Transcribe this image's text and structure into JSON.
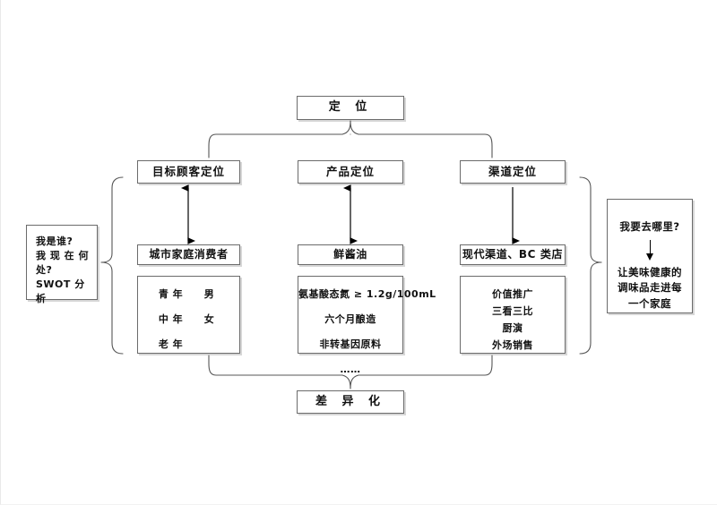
{
  "diagram": {
    "title_top": "定  位",
    "title_bottom": "差  异  化",
    "left_panel": {
      "q1": "我是谁?",
      "q2": "我 现 在 何",
      "q3": "处?",
      "method": "SWOT 分析"
    },
    "right_panel": {
      "question": "我要去哪里?",
      "arrow_icon": "down-arrow",
      "vision_line1": "让美味健康的",
      "vision_line2": "调味品走进每",
      "vision_line3": "一个家庭"
    },
    "columns": [
      {
        "id": "customer",
        "category": "目标顾客定位",
        "value": "城市家庭消费者",
        "connector": "double-arrow",
        "detail_pairs": [
          {
            "a": "青 年",
            "b": "男"
          },
          {
            "a": "中 年",
            "b": "女"
          },
          {
            "a": "老 年",
            "b": ""
          }
        ]
      },
      {
        "id": "product",
        "category": "产品定位",
        "value": "鲜酱油",
        "connector": "double-arrow",
        "details": [
          "氨基酸态氮 ≥ 1.2g/100mL",
          "六个月酿造",
          "非转基因原料",
          "……"
        ]
      },
      {
        "id": "channel",
        "category": "渠道定位",
        "value": "现代渠道、BC 类店",
        "connector": "down-arrow",
        "details": [
          "价值推广",
          "三看三比",
          "厨演",
          "外场销售"
        ]
      }
    ],
    "colors": {
      "line": "#6b6b6b",
      "brace": "#555555",
      "text": "#111111",
      "background": "#ffffff",
      "shadow": "#d7d7d7"
    }
  }
}
